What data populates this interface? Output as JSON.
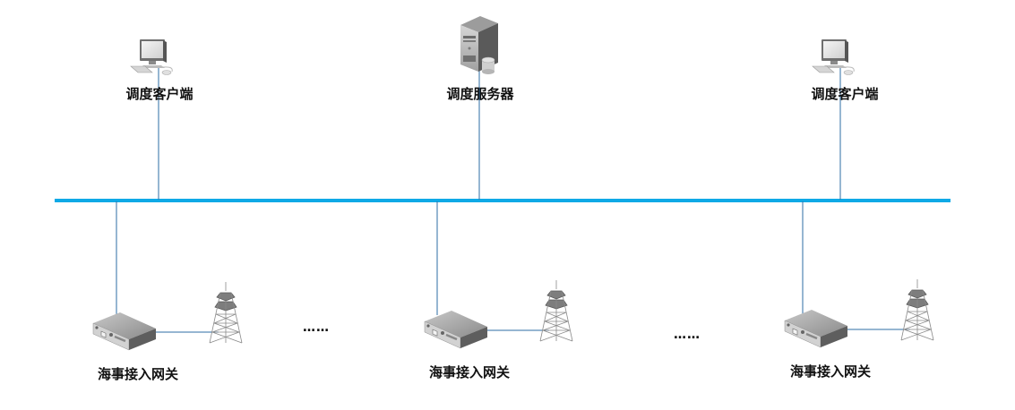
{
  "diagram": {
    "title": "",
    "bus": {
      "name": "network-backbone",
      "color": "#0fa9e6"
    },
    "link_color": "#2e6da4",
    "top_nodes": [
      {
        "id": "client-1",
        "type": "client-pc",
        "label": "调度客户端"
      },
      {
        "id": "server",
        "type": "server",
        "label": "调度服务器"
      },
      {
        "id": "client-2",
        "type": "client-pc",
        "label": "调度客户端"
      }
    ],
    "bottom_nodes": [
      {
        "id": "gateway-1",
        "type": "gateway",
        "label": "海事接入网关",
        "tower": "radio-tower"
      },
      {
        "id": "gateway-2",
        "type": "gateway",
        "label": "海事接入网关",
        "tower": "radio-tower"
      },
      {
        "id": "gateway-3",
        "type": "gateway",
        "label": "海事接入网关",
        "tower": "radio-tower"
      }
    ],
    "ellipses": [
      "……",
      "……"
    ]
  }
}
